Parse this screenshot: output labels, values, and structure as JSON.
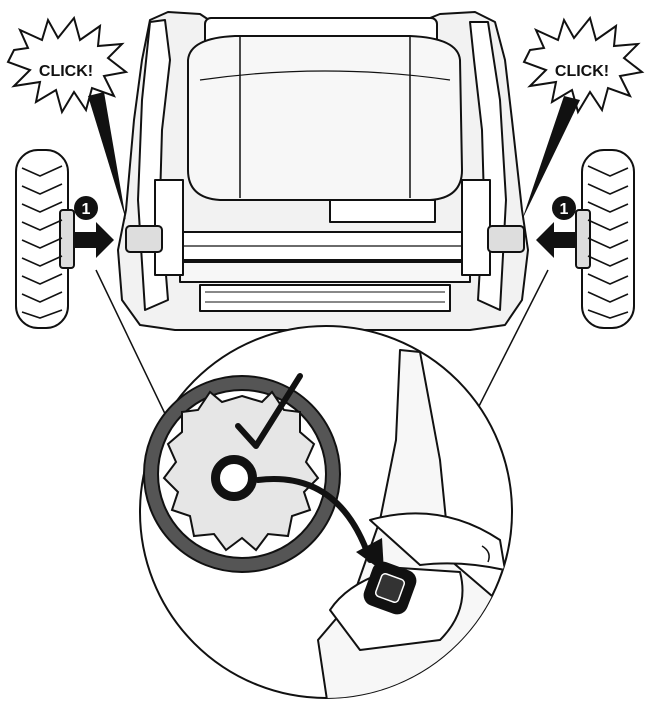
{
  "callouts": {
    "left_burst": "CLICK!",
    "right_burst": "CLICK!",
    "left_step": "1",
    "right_step": "1"
  },
  "colors": {
    "ink": "#111111",
    "paper": "#ffffff",
    "mower_fill": "#f2f2f2",
    "tire_ring": "#555555",
    "hub_fill": "#e6e6e6"
  },
  "icons": [
    "click-burst-icon",
    "step-number-icon",
    "push-arrow-icon",
    "checkmark-icon",
    "curved-arrow-icon"
  ]
}
